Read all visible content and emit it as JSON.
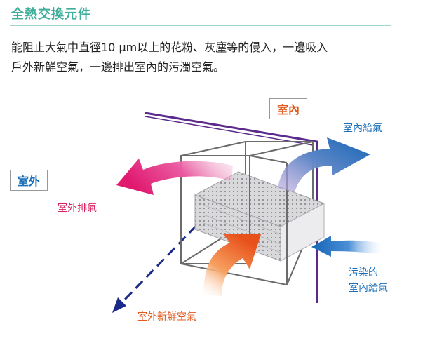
{
  "header": {
    "title": "全熱交換元件"
  },
  "description": {
    "line1": "能阻止大氣中直徑10 μm以上的花粉、灰塵等的侵入，一邊吸入",
    "line2": "戶外新鮮空氣，一邊排出室內的污濁空氣。"
  },
  "diagram": {
    "indoor_tag": "室內",
    "outdoor_tag": "室外",
    "indoor_supply_label": "室內給氣",
    "outdoor_exhaust_label": "室外排氣",
    "dirty_indoor_air_line1": "污染的",
    "dirty_indoor_air_line2": "室內給氣",
    "outdoor_fresh_air_label": "室外新鮮空氣"
  },
  "colors": {
    "title_green": "#3fae9b",
    "indoor_orange": "#e05a1e",
    "outdoor_blue": "#1c6fb8",
    "exhaust_magenta": "#d7245f",
    "wall_purple": "#5b2a8c"
  }
}
